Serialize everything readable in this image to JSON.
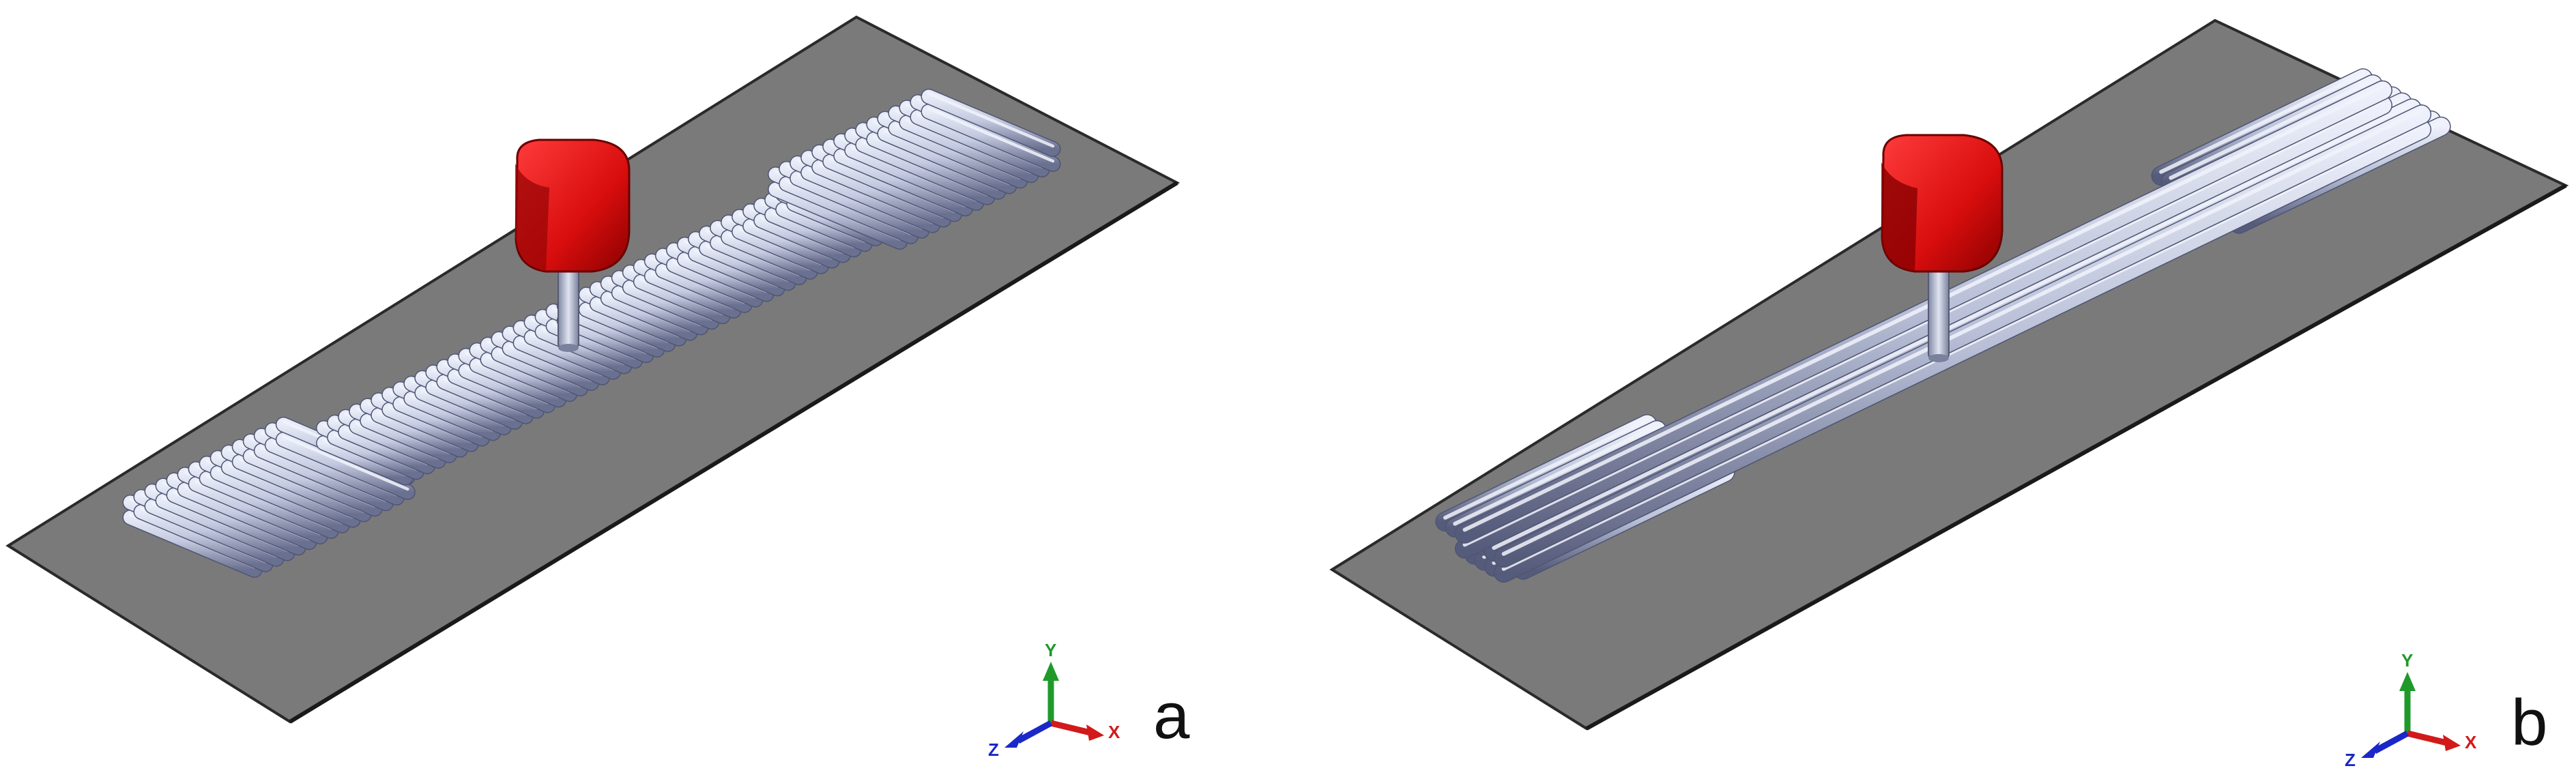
{
  "panels": [
    {
      "label": "a",
      "raster_pattern": "transverse"
    },
    {
      "label": "b",
      "raster_pattern": "longitudinal"
    }
  ],
  "triad": {
    "y": "Y",
    "x": "X",
    "z": "Z"
  },
  "colors": {
    "background": "#ffffff",
    "plate": "#7a7a7a",
    "plate_edge": "#2a2a2a",
    "filament_light": "#dde2f2",
    "filament_mid": "#b3bad2",
    "filament_dark": "#5e6482",
    "head": "#e01010",
    "head_dark": "#8c0000",
    "nozzle": "#a9b0c6",
    "axis_y": "#1f9a2a",
    "axis_x": "#d21a1a",
    "axis_z": "#1a28c8"
  }
}
